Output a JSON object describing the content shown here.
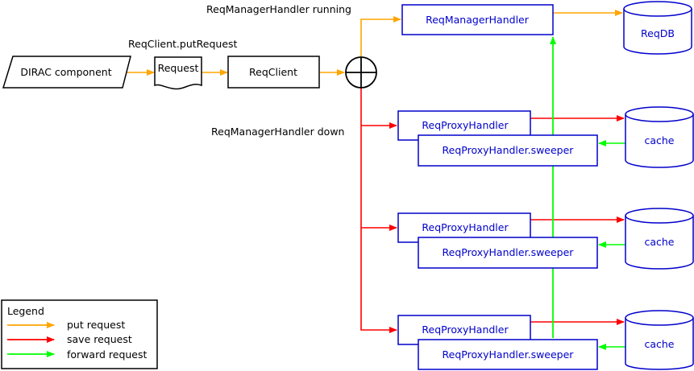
{
  "labels": {
    "running": "ReqManagerHandler running",
    "putrequest": "ReqClient.putRequest",
    "down": "ReqManagerHandler down"
  },
  "nodes": {
    "dirac_component": "DIRAC component",
    "request": "Request",
    "reqclient": "ReqClient",
    "reqmanagerhandler": "ReqManagerHandler",
    "reqdb": "ReqDB",
    "proxy_handler": "ReqProxyHandler",
    "proxy_sweeper": "ReqProxyHandler.sweeper",
    "cache": "cache"
  },
  "legend": {
    "title": "Legend",
    "items": [
      {
        "label": "put request",
        "color": "#ffa500"
      },
      {
        "label": "save request",
        "color": "#ff0000"
      },
      {
        "label": "forward request",
        "color": "#00ff00"
      }
    ]
  },
  "colors": {
    "put": "#ffa500",
    "save": "#ff0000",
    "forward": "#00ff00",
    "service": "#0000cc"
  }
}
